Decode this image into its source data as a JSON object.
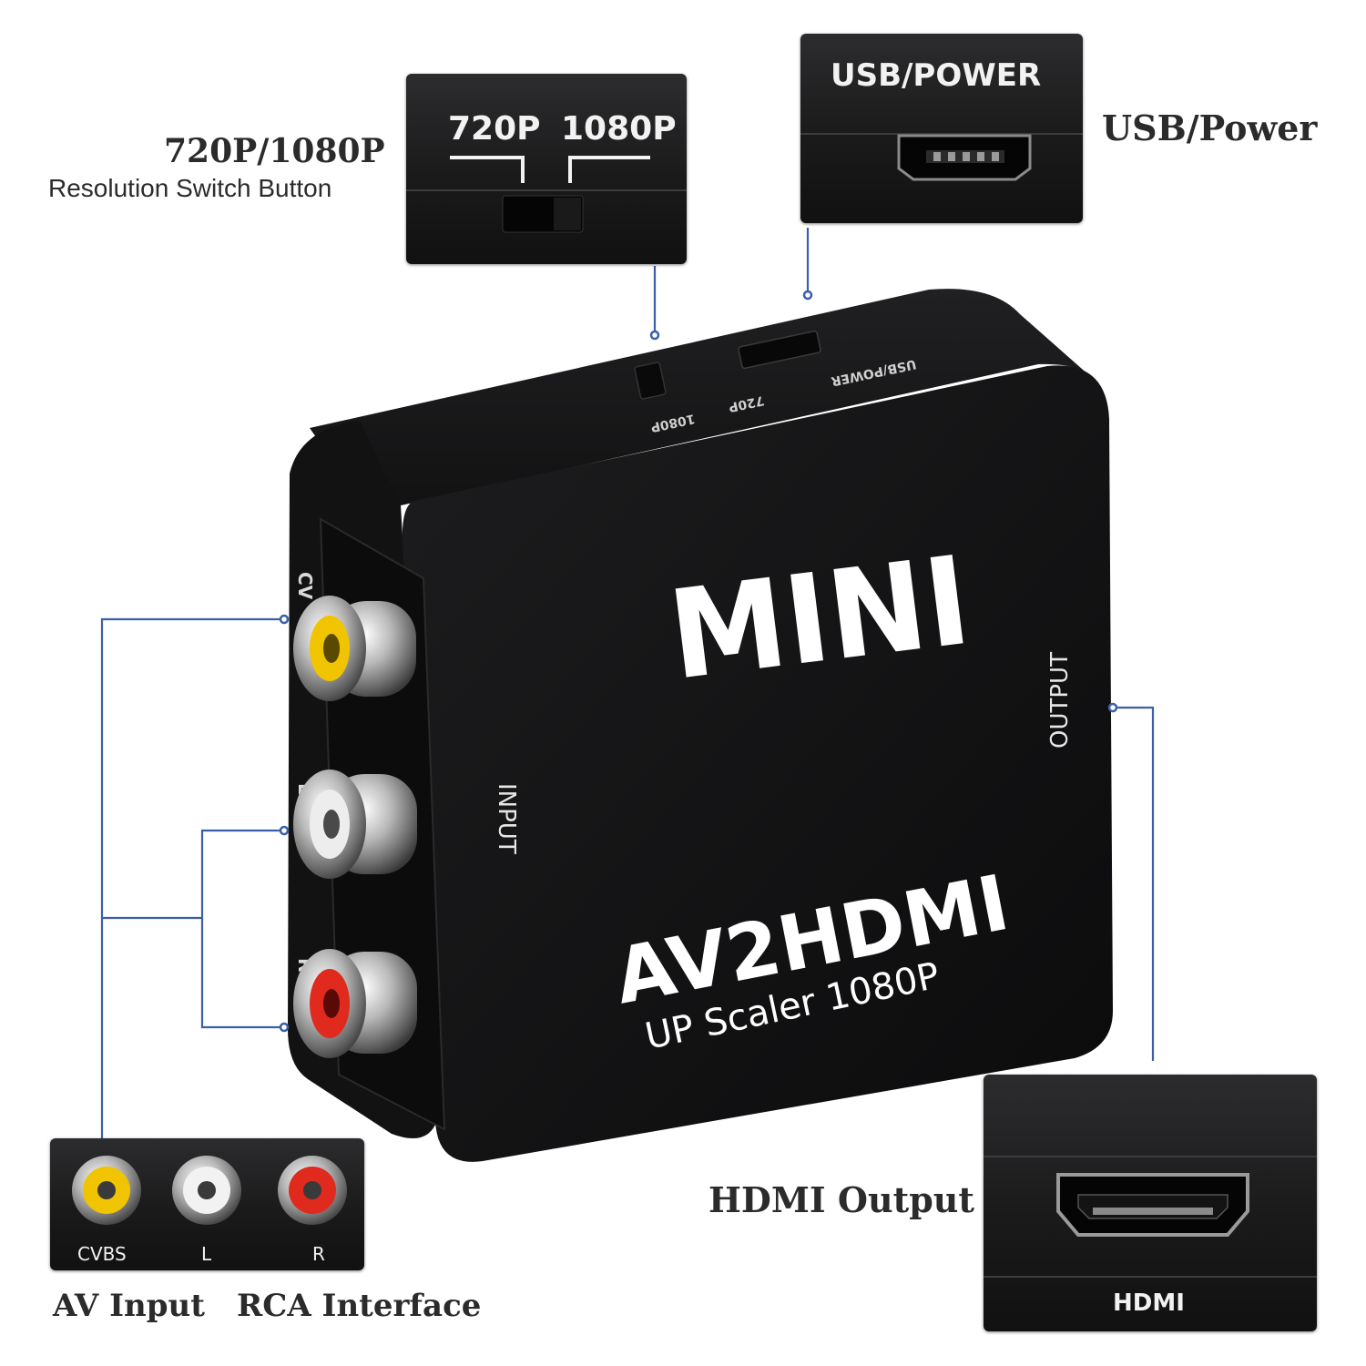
{
  "resolution_callout": {
    "label_720": "720P",
    "label_1080": "1080P",
    "side_title": "720P/1080P",
    "side_subtitle": "Resolution Switch Button"
  },
  "usb_callout": {
    "box_label": "USB/POWER",
    "side_title": "USB/Power"
  },
  "device": {
    "brand": "MINI",
    "model": "AV2HDMI",
    "tagline": "UP Scaler 1080P",
    "input_label": "INPUT",
    "output_label": "OUTPUT",
    "top_usb_label": "USB/POWER",
    "top_720_label": "720P",
    "top_1080_label": "1080P",
    "side_letters": [
      "CV",
      "L",
      "R"
    ]
  },
  "av_callout": {
    "jack_labels": [
      "CVBS",
      "L",
      "R"
    ],
    "caption_left": "AV Input",
    "caption_right": "RCA Interface"
  },
  "hdmi_callout": {
    "box_label": "HDMI",
    "side_title": "HDMI Output"
  },
  "colors": {
    "leader_line": "#3a5fa8",
    "jack_yellow": "#f0c400",
    "jack_white": "#f2f2f2",
    "jack_red": "#e02a1e"
  }
}
